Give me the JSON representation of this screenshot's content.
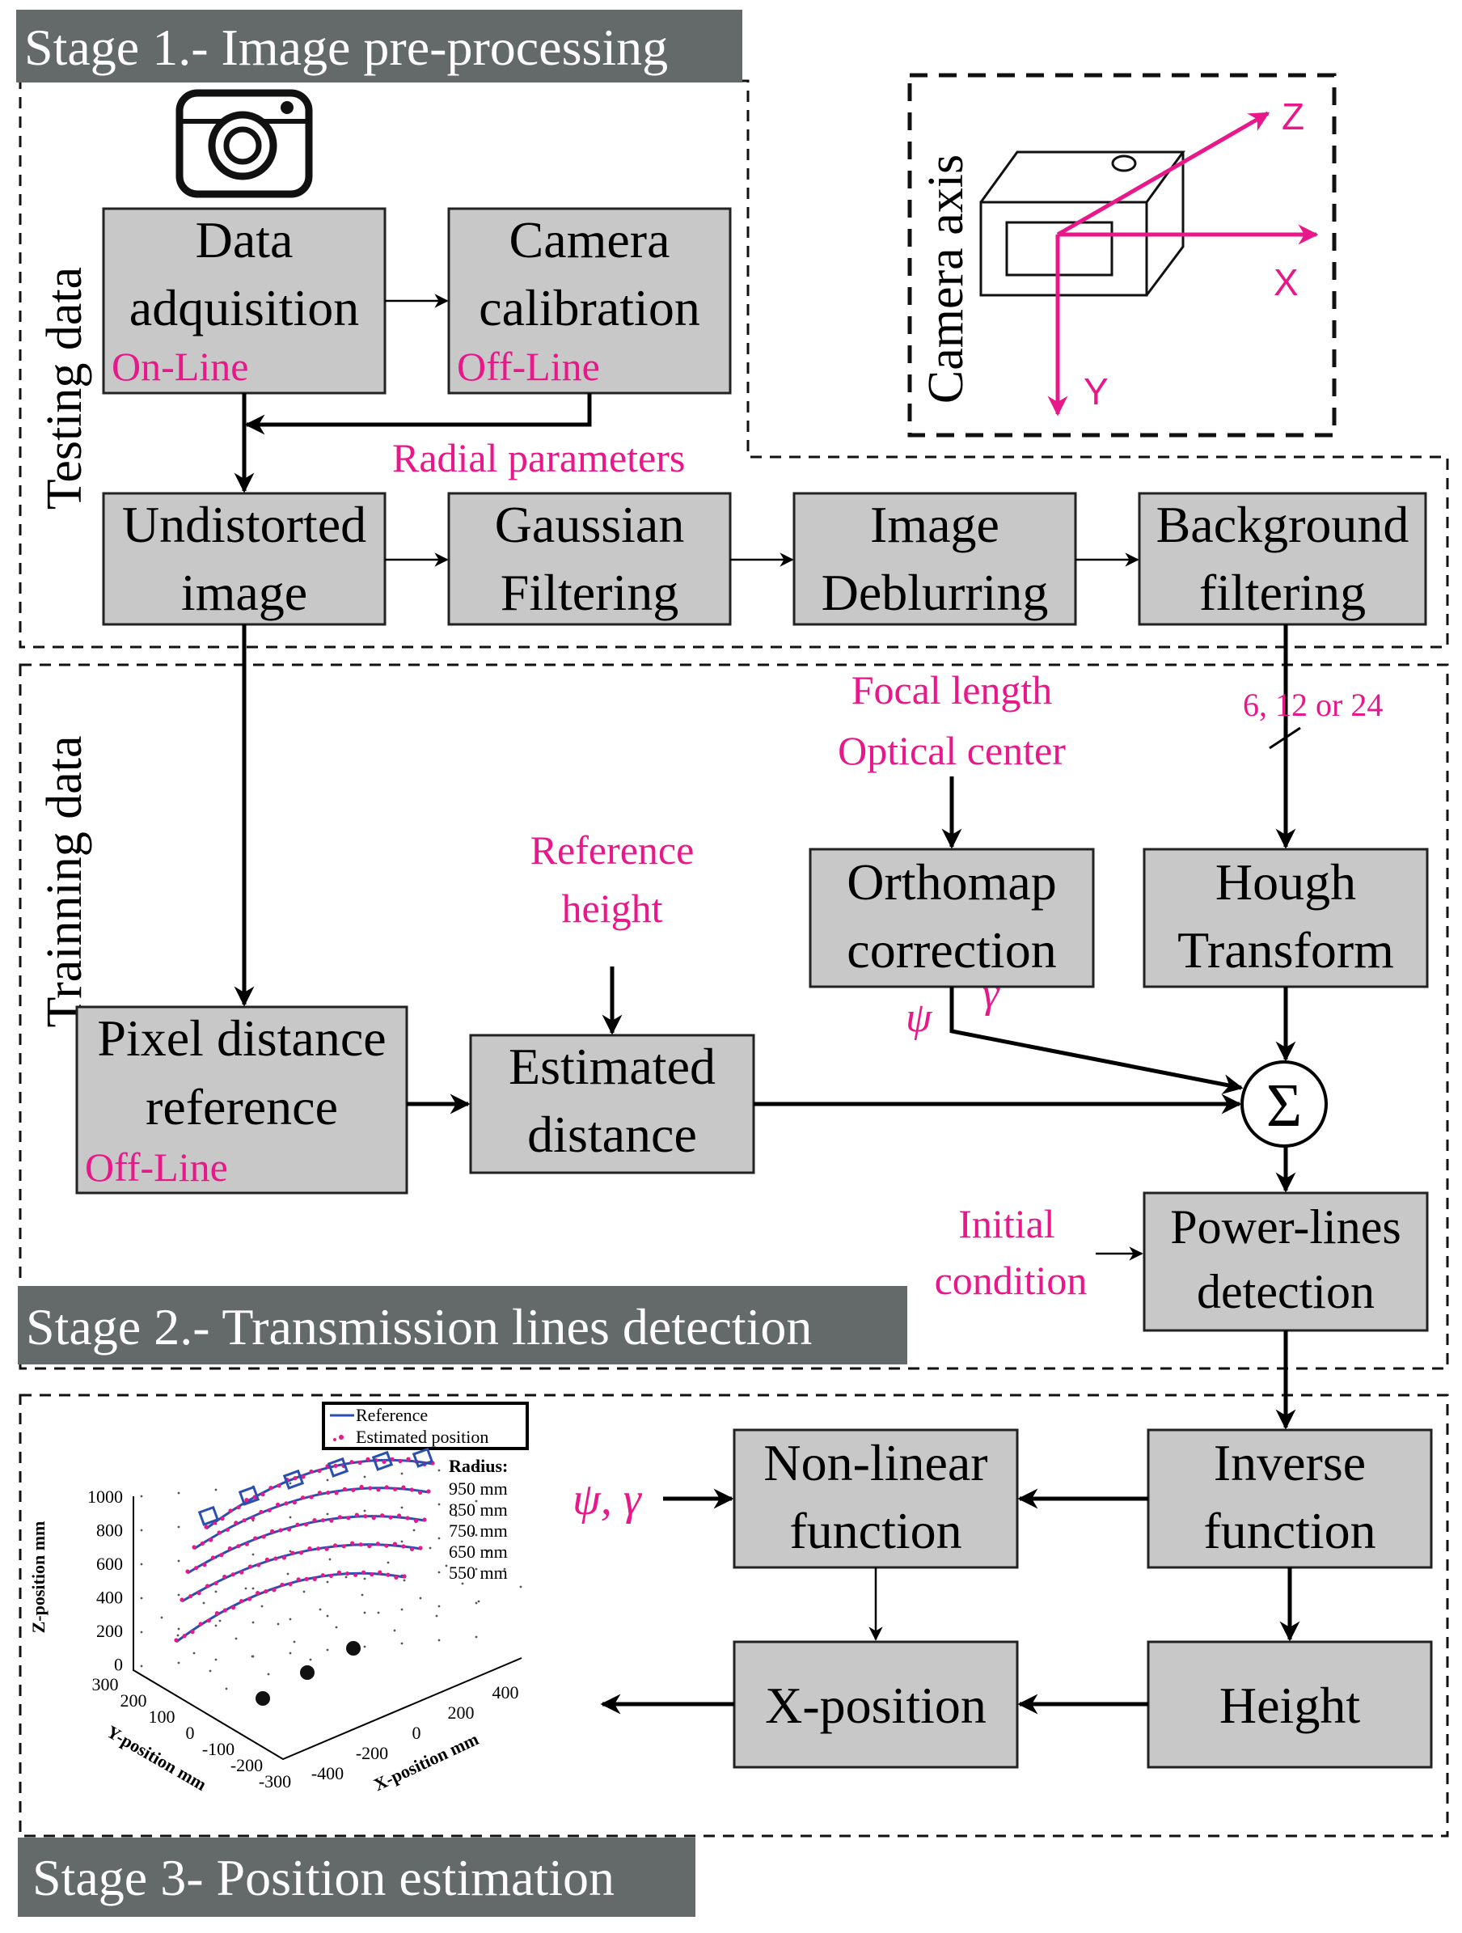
{
  "stages": {
    "stage1": "Stage 1.- Image pre-processing",
    "stage2": "Stage 2.- Transmission lines detection",
    "stage3": "Stage 3- Position estimation"
  },
  "side_labels": {
    "testing": "Testing data",
    "training": "Trainning data",
    "camera_axis": "Camera axis"
  },
  "axes": {
    "x": "X",
    "y": "Y",
    "z": "Z"
  },
  "boxes": {
    "data_acq": [
      "Data",
      "adquisition"
    ],
    "data_acq_tag": "On-Line",
    "cam_calib": [
      "Camera",
      "calibration"
    ],
    "cam_calib_tag": "Off-Line",
    "undistorted": [
      "Undistorted",
      "image"
    ],
    "gaussian": [
      "Gaussian",
      "Filtering"
    ],
    "deblur": [
      "Image",
      "Deblurring"
    ],
    "background": [
      "Background",
      "filtering"
    ],
    "orthomap": [
      "Orthomap",
      "correction"
    ],
    "hough": [
      "Hough",
      "Transform"
    ],
    "pixel_dist": [
      "Pixel distance",
      "reference"
    ],
    "pixel_dist_tag": "Off-Line",
    "est_dist": [
      "Estimated",
      "distance"
    ],
    "powerlines": [
      "Power-lines",
      "detection"
    ],
    "nonlinear": [
      "Non-linear",
      "function"
    ],
    "inverse": [
      "Inverse",
      "function"
    ],
    "xpos": "X-position",
    "height": "Height"
  },
  "annotations": {
    "radial": "Radial parameters",
    "focal": [
      "Focal length",
      "Optical center"
    ],
    "bus": "6, 12 or 24",
    "ref_height": [
      "Reference",
      "height"
    ],
    "psi": "ψ",
    "gamma": "γ",
    "initial": [
      "Initial",
      "condition"
    ],
    "psi_gamma": "ψ, γ",
    "sigma": "Σ"
  },
  "inset_plot": {
    "legend": [
      "Reference",
      "Estimated position"
    ],
    "radius_title": "Radius:",
    "radii": [
      "950 mm",
      "850 mm",
      "750 mm",
      "650 mm",
      "550 mm"
    ],
    "z_ticks": [
      "1000",
      "800",
      "600",
      "400",
      "200",
      "0"
    ],
    "y_ticks": [
      "300",
      "200",
      "100",
      "0",
      "-100",
      "-200",
      "-300"
    ],
    "x_ticks": [
      "-400",
      "-200",
      "0",
      "200",
      "400"
    ],
    "zlabel": "Z-position mm",
    "ylabel": "Y-position mm",
    "xlabel": "X-position mm"
  },
  "colors": {
    "accent": "#e8178a",
    "box": "#c8c8c8",
    "stage_bar": "#646a6a",
    "reference_line": "#2a4fb0"
  }
}
